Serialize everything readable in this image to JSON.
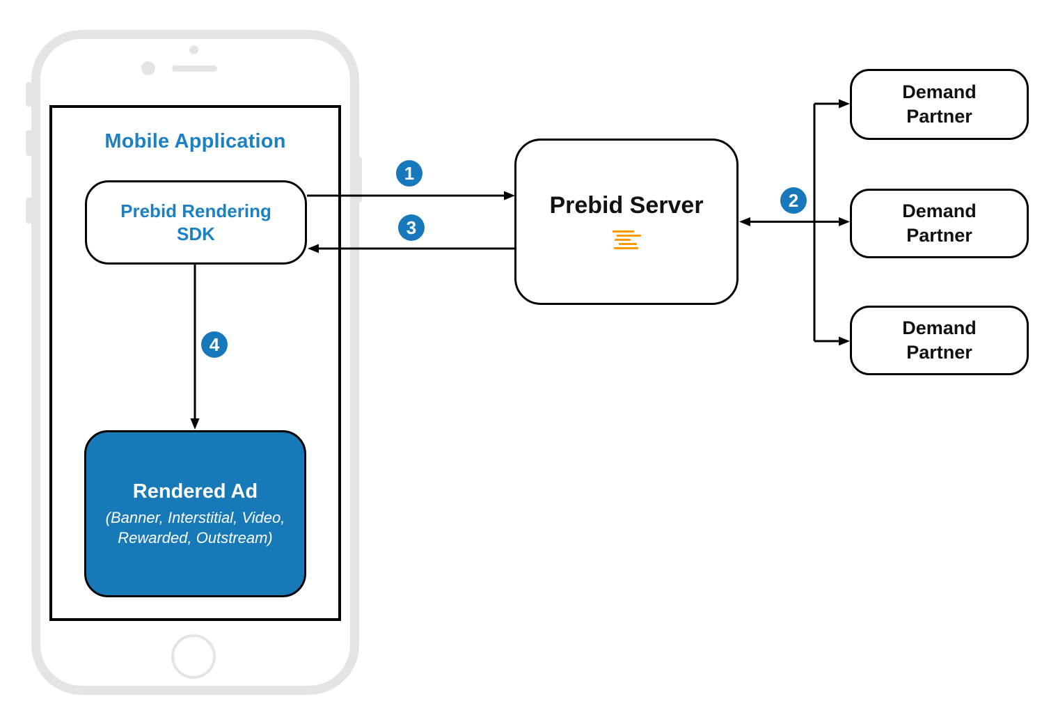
{
  "colors": {
    "accent_blue": "#1b80c4",
    "step_blue": "#1878bc",
    "ad_blue": "#1879b8",
    "logo_orange": "#ff9800",
    "frame_gray": "#e2e4e6"
  },
  "icons": {
    "server_logo": "prebid-logo-icon",
    "device": "iphone-outline-icon"
  },
  "mobile_app": {
    "title": "Mobile Application"
  },
  "sdk": {
    "line1": "Prebid Rendering",
    "line2": "SDK"
  },
  "rendered_ad": {
    "title": "Rendered Ad",
    "sub1": "(Banner, Interstitial, Video,",
    "sub2": "Rewarded, Outstream)"
  },
  "server": {
    "title": "Prebid Server"
  },
  "demand_partners": [
    {
      "line1": "Demand",
      "line2": "Partner"
    },
    {
      "line1": "Demand",
      "line2": "Partner"
    },
    {
      "line1": "Demand",
      "line2": "Partner"
    }
  ],
  "steps": [
    "1",
    "2",
    "3",
    "4"
  ]
}
